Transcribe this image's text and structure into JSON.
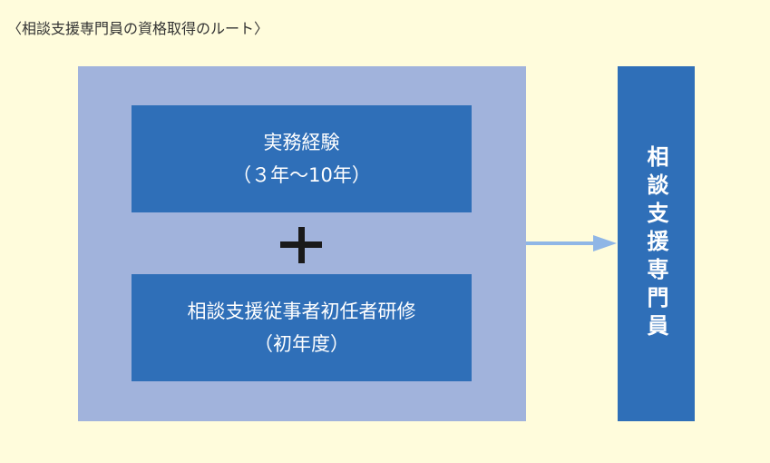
{
  "title": "〈相談支援専門員の資格取得のルート〉",
  "experience": {
    "line1": "実務経験",
    "line2": "（３年〜10年）"
  },
  "plus_symbol": "plus-icon",
  "training": {
    "line1": "相談支援従事者初任者研修",
    "line2": "（初年度）"
  },
  "result": "相談支援専門員",
  "colors": {
    "background": "#fffcdc",
    "outer_box": "#a1b3dc",
    "box_blue": "#2f6fb8",
    "arrow": "#8fb6e6"
  }
}
